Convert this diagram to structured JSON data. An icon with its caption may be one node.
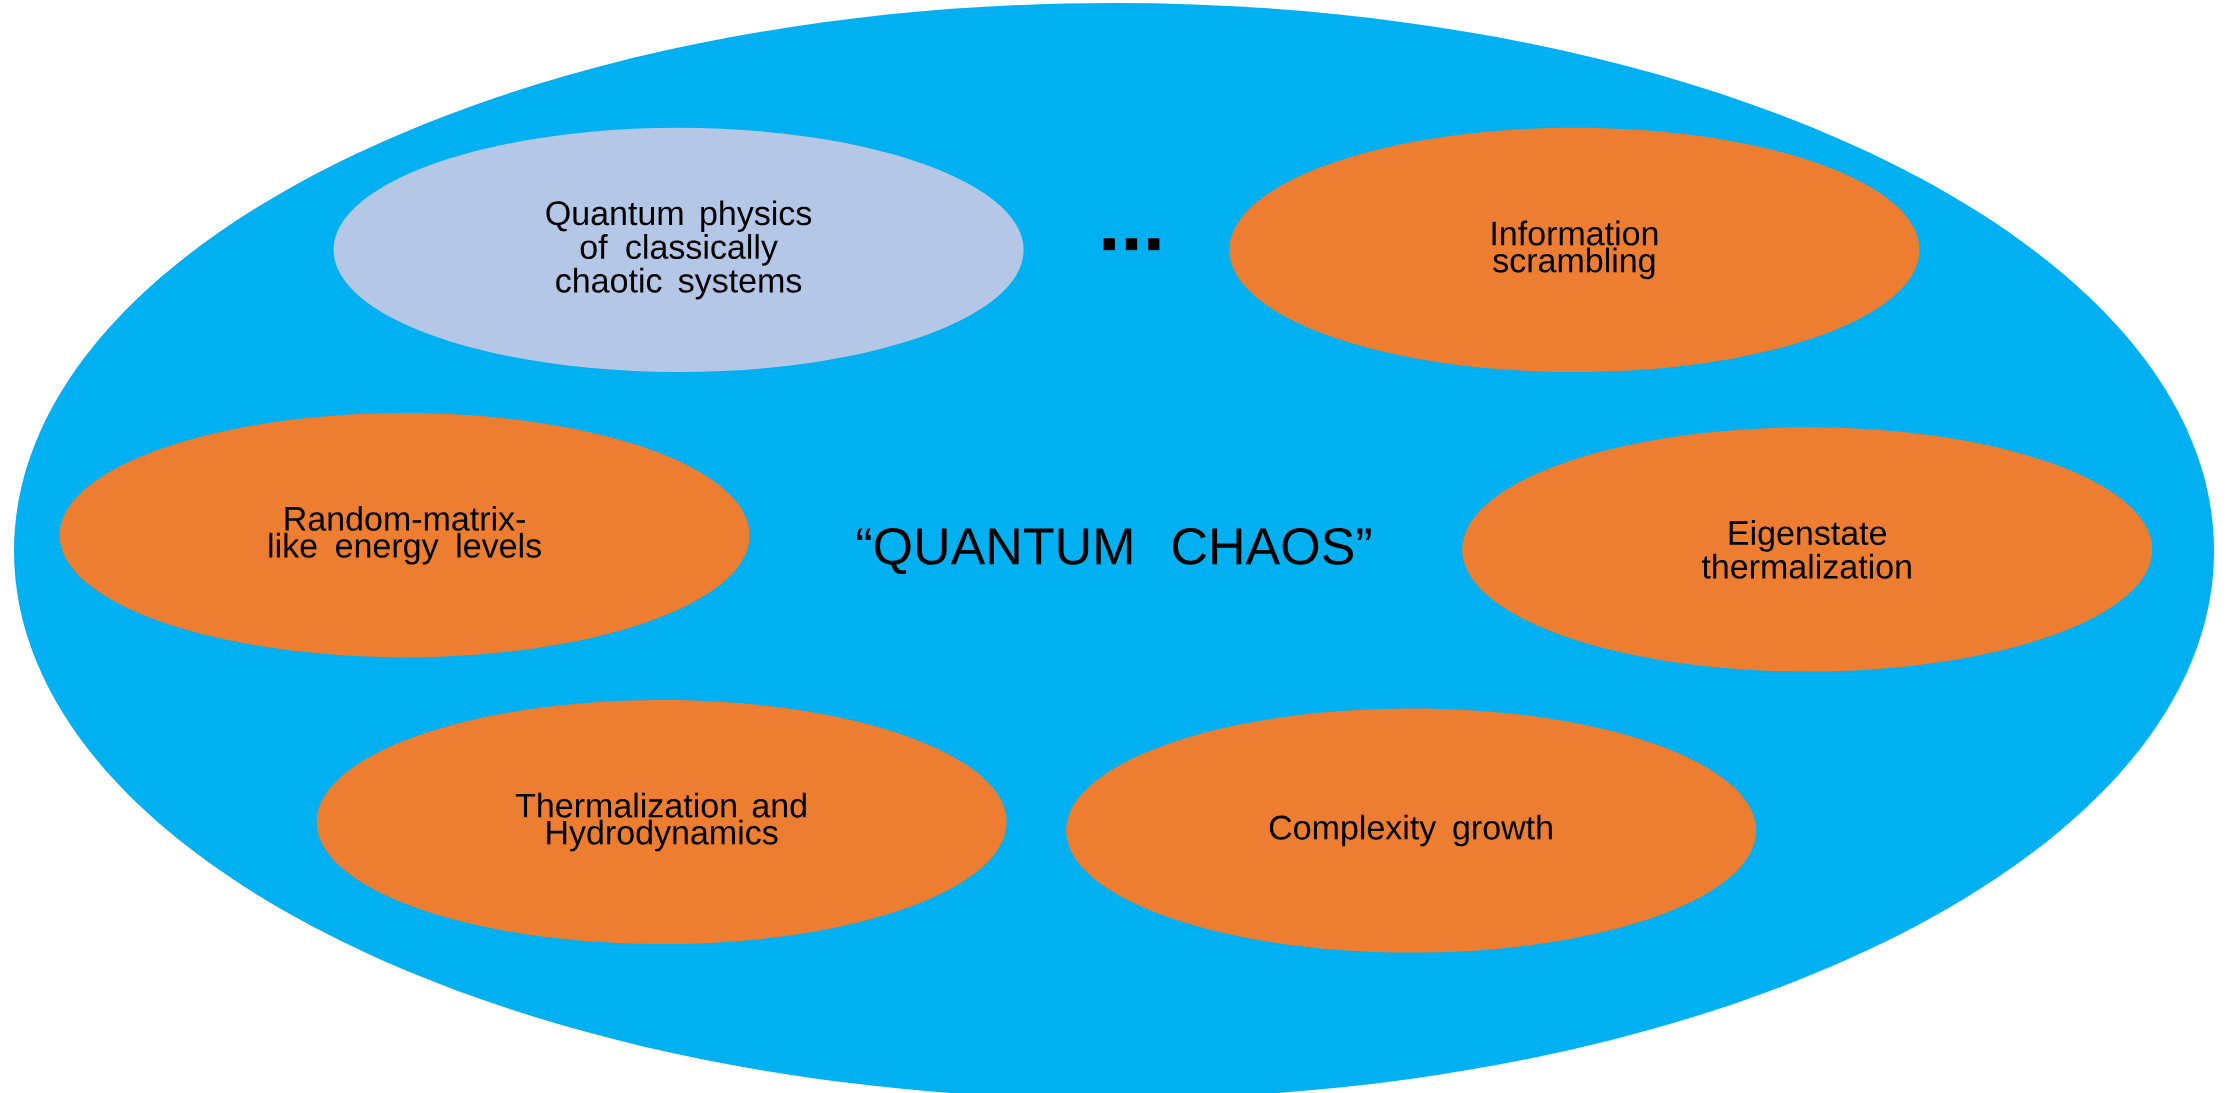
{
  "diagram": {
    "nodes": [
      {
        "text": [
          "“QUANTUM CHAOS”"
        ]
      },
      {
        "text": [
          "Quantum physics of classically chaotic systems"
        ],
        "in": 0
      },
      {
        "text": [
          "Information scrambling"
        ],
        "in": 0
      },
      {
        "text": [
          "Random-matrix-like energy levels"
        ],
        "in": 0
      },
      {
        "text": [
          "Eigenstate thermalization"
        ],
        "in": 0
      },
      {
        "text": [
          "Thermalization and Hydrodynamics"
        ],
        "in": 0
      },
      {
        "text": [
          "Complexity growth"
        ],
        "in": 0
      }
    ],
    "labels": [
      "..."
    ]
  }
}
